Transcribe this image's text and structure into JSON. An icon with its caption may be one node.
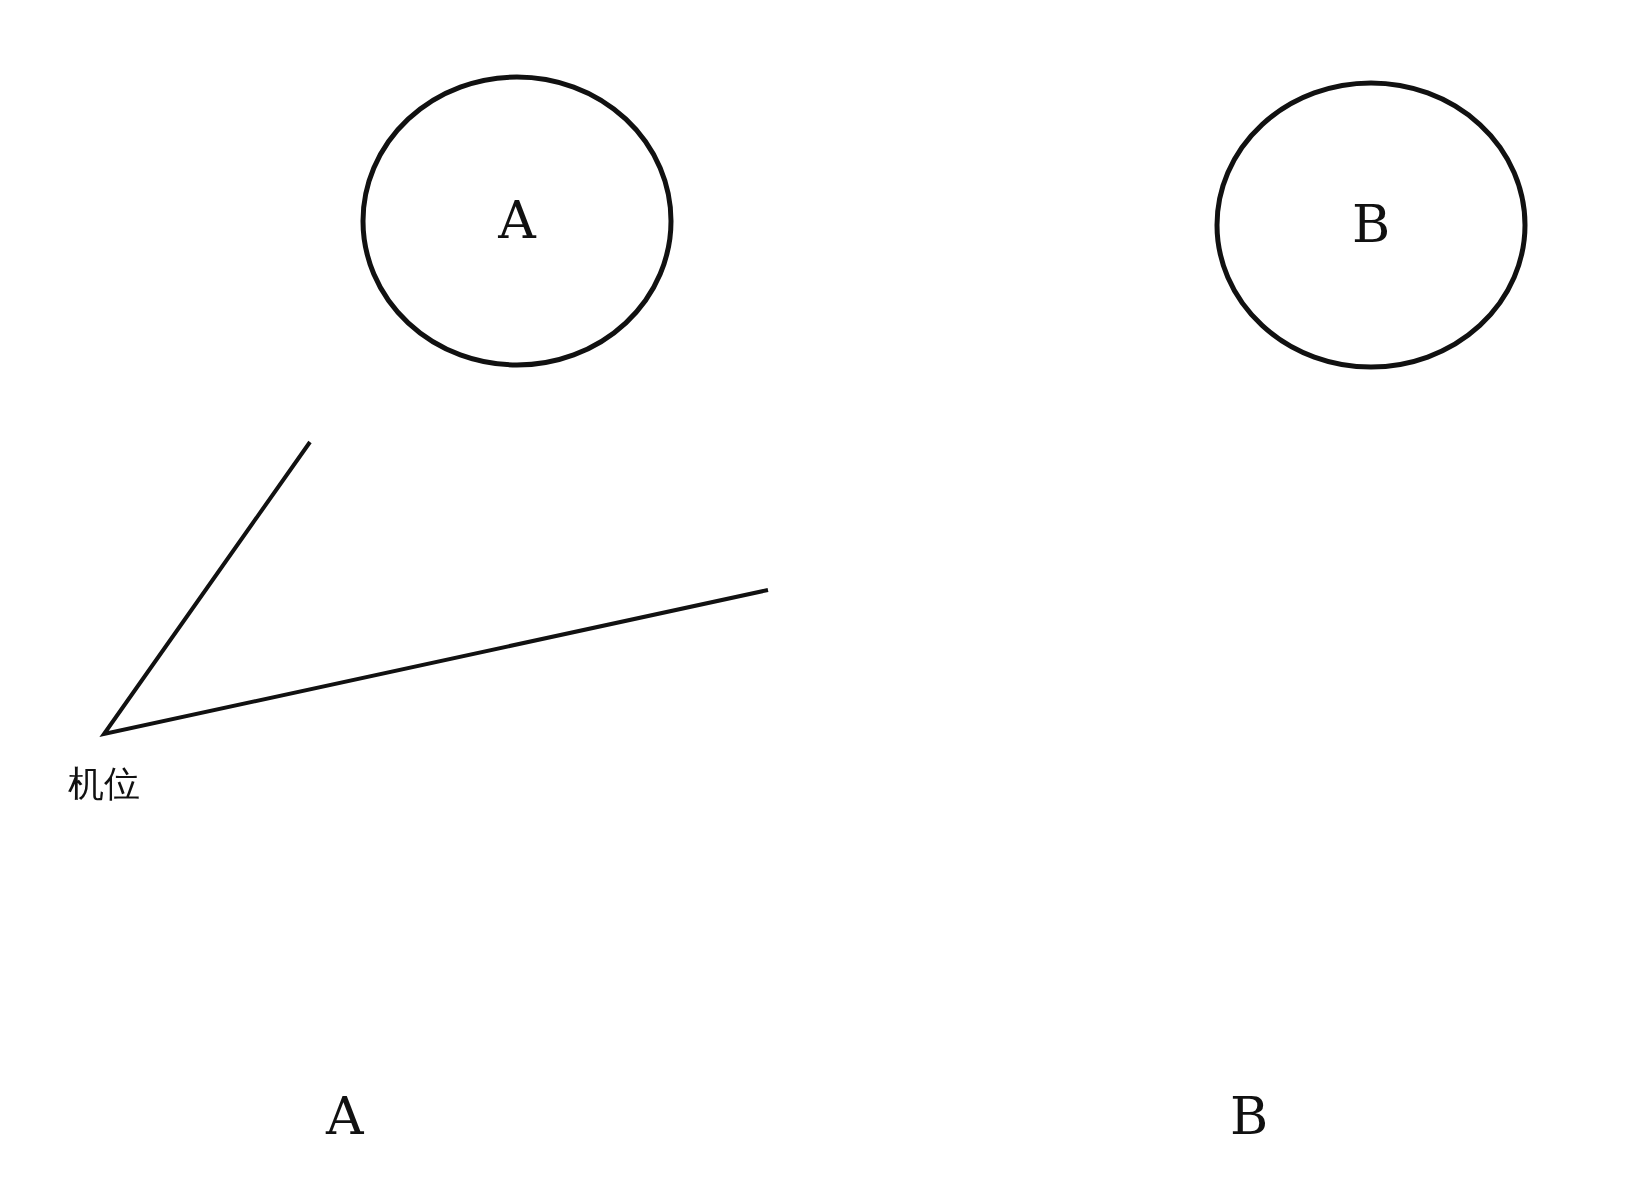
{
  "diagram": {
    "nodes": [
      {
        "text": [
          "A"
        ]
      },
      {
        "text": [
          "B"
        ]
      }
    ],
    "labels": [
      "机位",
      "A",
      "B"
    ]
  }
}
